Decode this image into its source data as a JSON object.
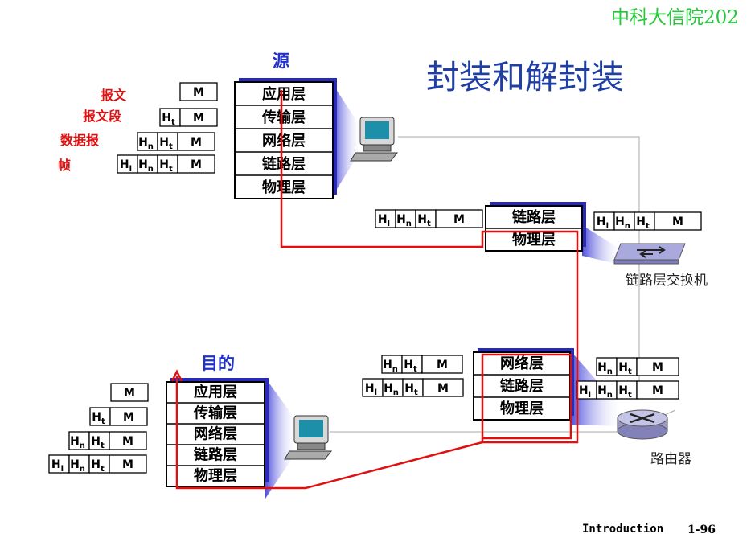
{
  "watermark": "中科大信院202",
  "title": "封装和解封装",
  "source": {
    "label": "源",
    "layers": [
      "应用层",
      "传输层",
      "网络层",
      "链路层",
      "物理层"
    ]
  },
  "destination": {
    "label": "目的",
    "layers": [
      "应用层",
      "传输层",
      "网络层",
      "链路层",
      "物理层"
    ]
  },
  "pdu_labels": [
    "报文",
    "报文段",
    "数据报",
    "帧"
  ],
  "switch": {
    "label": "链路层交换机",
    "layers": [
      "链路层",
      "物理层"
    ]
  },
  "router": {
    "label": "路由器",
    "layers": [
      "网络层",
      "链路层",
      "物理层"
    ]
  },
  "headers": {
    "message": "M",
    "transport": "Ht",
    "network": "Hn",
    "link": "Hl"
  },
  "footer": {
    "text": "Introduction",
    "page": "1-96"
  },
  "colors": {
    "title": "#1f3fa3",
    "heading": "#2030c8",
    "path": "#e01010",
    "stack_shadow": "#2a2ab8",
    "watermark": "#27c73b"
  }
}
